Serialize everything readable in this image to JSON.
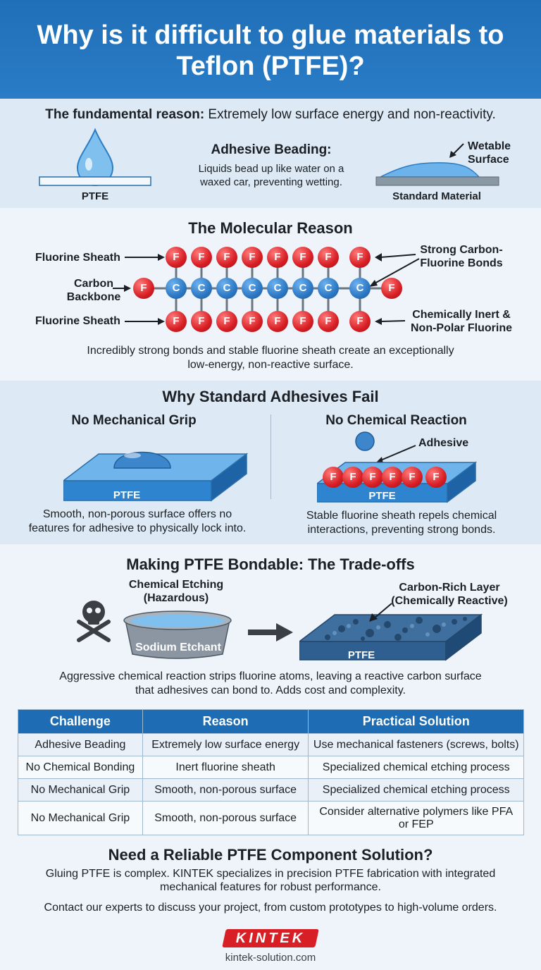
{
  "title": "Why is it difficult to glue materials to Teflon (PTFE)?",
  "section1": {
    "reason_bold": "The fundamental reason:",
    "reason_text": " Extremely low surface energy and non-reactivity.",
    "ptfe_label": "PTFE",
    "beading_title": "Adhesive Beading:",
    "beading_text_1": "Liquids bead up like water on a",
    "beading_text_2": "waxed car, preventing wetting.",
    "wetable_1": "Wetable",
    "wetable_2": "Surface",
    "standard_label": "Standard Material"
  },
  "section2": {
    "title": "The Molecular Reason",
    "fluorine_sheath_top": "Fluorine Sheath",
    "carbon_1": "Carbon",
    "carbon_2": "Backbone",
    "fluorine_sheath_bottom": "Fluorine Sheath",
    "strong_1": "Strong Carbon-",
    "strong_2": "Fluorine Bonds",
    "inert_1": "Chemically Inert &",
    "inert_2": "Non-Polar Fluorine",
    "f_symbol": "F",
    "c_symbol": "C",
    "caption_1": "Incredibly strong bonds and stable fluorine sheath create an exceptionally",
    "caption_2": "low-energy, non-reactive surface."
  },
  "section3": {
    "title": "Why Standard Adhesives Fail",
    "left_title": "No Mechanical Grip",
    "left_ptfe": "PTFE",
    "left_text_1": "Smooth, non-porous surface offers no",
    "left_text_2": "features for adhesive to physically lock into.",
    "right_title": "No Chemical Reaction",
    "right_adhesive": "Adhesive",
    "right_ptfe": "PTFE",
    "right_text_1": "Stable fluorine sheath repels chemical",
    "right_text_2": "interactions, preventing strong bonds."
  },
  "section4": {
    "title": "Making PTFE Bondable: The Trade-offs",
    "etching_1": "Chemical Etching",
    "etching_2": "(Hazardous)",
    "etchant": "Sodium Etchant",
    "layer_1": "Carbon-Rich Layer",
    "layer_2": "(Chemically Reactive)",
    "ptfe": "PTFE",
    "caption_1": "Aggressive chemical reaction strips fluorine atoms, leaving a reactive carbon surface",
    "caption_2": "that adhesives can bond to. Adds cost and complexity."
  },
  "table": {
    "headers": [
      "Challenge",
      "Reason",
      "Practical Solution"
    ],
    "rows": [
      [
        "Adhesive Beading",
        "Extremely low surface energy",
        "Use mechanical fasteners (screws, bolts)"
      ],
      [
        "No Chemical Bonding",
        "Inert fluorine sheath",
        "Specialized chemical etching process"
      ],
      [
        "No Mechanical Grip",
        "Smooth, non-porous surface",
        "Specialized chemical etching process"
      ],
      [
        "No Mechanical Grip",
        "Smooth, non-porous surface",
        "Consider alternative polymers like PFA or FEP"
      ]
    ]
  },
  "footer": {
    "title": "Need a Reliable PTFE Component Solution?",
    "text_1": "Gluing PTFE is complex. KINTEK specializes in precision PTFE fabrication with integrated",
    "text_2": "mechanical features for robust performance.",
    "contact": "Contact our experts to discuss your project, from custom prototypes to high-volume orders.",
    "logo": "KINTEK",
    "url": "kintek-solution.com"
  },
  "colors": {
    "primary_blue": "#1f6fb8",
    "fluorine_red": "#d71f25",
    "carbon_blue": "#2c78c4"
  }
}
